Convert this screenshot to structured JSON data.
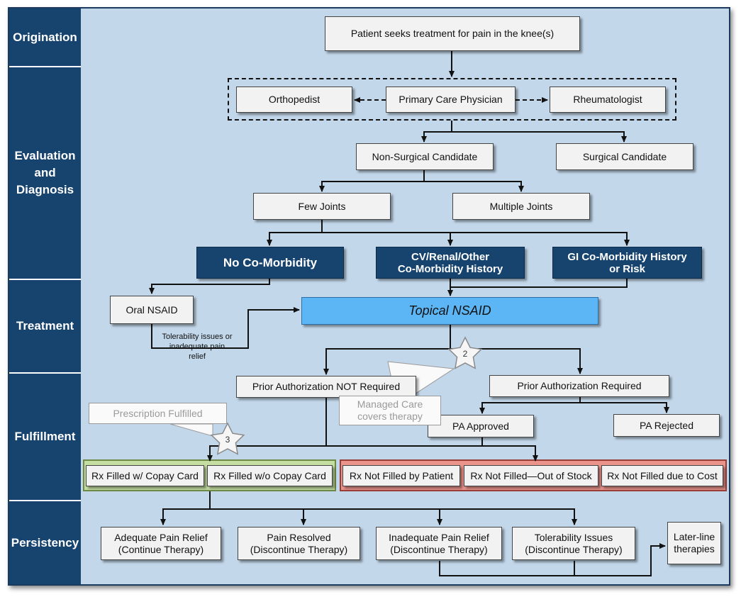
{
  "stages": {
    "origination": "Origination",
    "evaluation": "Evaluation\nand\nDiagnosis",
    "treatment": "Treatment",
    "fulfillment": "Fulfillment",
    "persistency": "Persistency"
  },
  "nodes": {
    "patient": "Patient seeks treatment for pain in the knee(s)",
    "orthopedist": "Orthopedist",
    "pcp": "Primary Care Physician",
    "rheumatologist": "Rheumatologist",
    "non_surgical": "Non-Surgical Candidate",
    "surgical": "Surgical Candidate",
    "few_joints": "Few Joints",
    "multiple_joints": "Multiple Joints",
    "no_comorbidity": "No Co-Morbidity",
    "cv_renal": "CV/Renal/Other\nCo-Morbidity History",
    "gi_comorbidity": "GI Co-Morbidity History\nor Risk",
    "oral_nsaid": "Oral NSAID",
    "topical_nsaid": "Topical NSAID",
    "tolerability_note": "Tolerability issues or\ninadequate pain\nrelief",
    "pa_not_required": "Prior Authorization NOT Required",
    "pa_required": "Prior Authorization Required",
    "pa_approved": "PA Approved",
    "pa_rejected": "PA Rejected",
    "rx_copay": "Rx Filled w/ Copay Card",
    "rx_no_copay": "Rx Filled w/o Copay Card",
    "rx_not_patient": "Rx Not Filled by Patient",
    "rx_out_of_stock": "Rx Not Filled—Out of Stock",
    "rx_cost": "Rx Not Filled due to Cost",
    "adequate": "Adequate Pain Relief\n(Continue Therapy)",
    "resolved": "Pain Resolved\n(Discontinue Therapy)",
    "inadequate": "Inadequate Pain Relief\n(Discontinue Therapy)",
    "tolerability": "Tolerability Issues\n(Discontinue Therapy)",
    "later_line": "Later-line\ntherapies"
  },
  "callouts": {
    "prescription_fulfilled": "Prescription Fulfilled",
    "managed_care": "Managed Care\ncovers therapy",
    "star_2": "2",
    "star_3": "3"
  },
  "colors": {
    "sidebar": "#17436f",
    "canvas": "#c2d7ea",
    "dark_box": "#17436f",
    "topical": "#5cb6f6",
    "filled_group": "#c5dfa3",
    "not_filled_group": "#ea948c"
  }
}
